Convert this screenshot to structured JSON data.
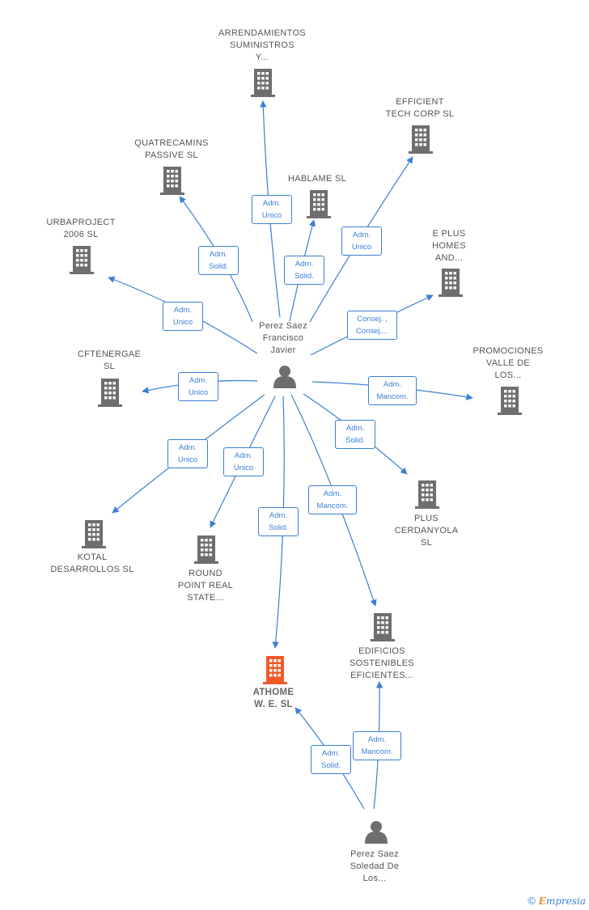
{
  "colors": {
    "edge": "#3a7fd5",
    "building": "#6e6e6e",
    "focus_building": "#f05a28",
    "person": "#6e6e6e"
  },
  "nodes": [
    {
      "id": "arrend",
      "type": "company",
      "label": "ARRENDAMIENTOS\nSUMINISTROS\nY..."
    },
    {
      "id": "efficient",
      "type": "company",
      "label": "EFFICIENT\nTECH CORP SL"
    },
    {
      "id": "quatre",
      "type": "company",
      "label": "QUATRECAMINS\nPASSIVE  SL"
    },
    {
      "id": "hablame",
      "type": "company",
      "label": "HABLAME  SL"
    },
    {
      "id": "urba",
      "type": "company",
      "label": "URBAPROJECT\n2006 SL"
    },
    {
      "id": "eplus",
      "type": "company",
      "label": "E PLUS\nHOMES\nAND..."
    },
    {
      "id": "cften",
      "type": "company",
      "label": "CFTENERGAE\nSL"
    },
    {
      "id": "promo",
      "type": "company",
      "label": "PROMOCIONES\nVALLE DE\nLOS..."
    },
    {
      "id": "plus",
      "type": "company",
      "label": "PLUS\nCERDANYOLA\nSL"
    },
    {
      "id": "kotal",
      "type": "company",
      "label": "KOTAL\nDESARROLLOS SL"
    },
    {
      "id": "round",
      "type": "company",
      "label": "ROUND\nPOINT REAL\nSTATE..."
    },
    {
      "id": "edif",
      "type": "company",
      "label": "EDIFICIOS\nSOSTENIBLES\nEFICIENTES..."
    },
    {
      "id": "athome",
      "type": "focus",
      "label": "ATHOME\nW. E.  SL"
    },
    {
      "id": "pfj",
      "type": "person",
      "label": "Perez Saez\nFrancisco\nJavier"
    },
    {
      "id": "psl",
      "type": "person",
      "label": "Perez Saez\nSoledad De\nLos..."
    }
  ],
  "edges": [
    {
      "from": "pfj",
      "to": "arrend",
      "label": "Adm.\nUnico"
    },
    {
      "from": "pfj",
      "to": "efficient",
      "label": "Adm.\nUnico"
    },
    {
      "from": "pfj",
      "to": "quatre",
      "label": "Adm.\nSolid."
    },
    {
      "from": "pfj",
      "to": "hablame",
      "label": "Adm.\nSolid."
    },
    {
      "from": "pfj",
      "to": "urba",
      "label": "Adm.\nUnico"
    },
    {
      "from": "pfj",
      "to": "eplus",
      "label": "Consej. ,\nConsej...."
    },
    {
      "from": "pfj",
      "to": "cften",
      "label": "Adm.\nUnico"
    },
    {
      "from": "pfj",
      "to": "promo",
      "label": "Adm.\nMancom."
    },
    {
      "from": "pfj",
      "to": "plus",
      "label": "Adm.\nSolid."
    },
    {
      "from": "pfj",
      "to": "kotal",
      "label": "Adm.\nUnico"
    },
    {
      "from": "pfj",
      "to": "round",
      "label": "Adm.\nUnico"
    },
    {
      "from": "pfj",
      "to": "athome",
      "label": "Adm.\nSolid."
    },
    {
      "from": "pfj",
      "to": "edif",
      "label": "Adm.\nMancom."
    },
    {
      "from": "psl",
      "to": "athome",
      "label": "Adm.\nSolid."
    },
    {
      "from": "psl",
      "to": "edif",
      "label": "Adm.\nMancom."
    }
  ],
  "footer": {
    "copyright": "©",
    "brand_initial": "E",
    "brand_rest": "mpresia"
  }
}
